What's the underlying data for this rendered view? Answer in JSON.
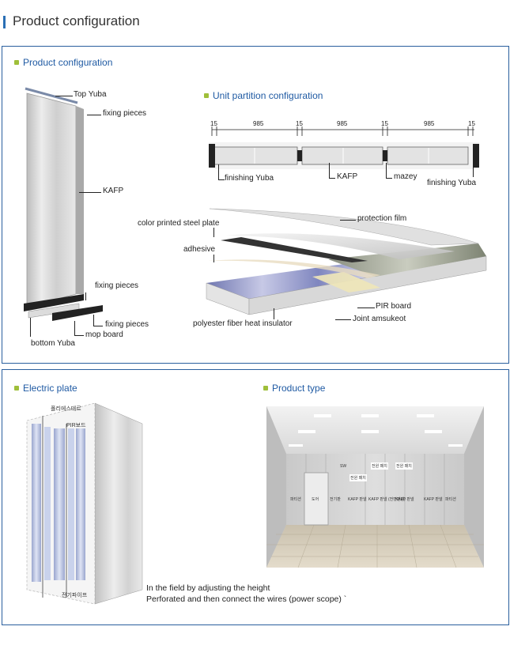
{
  "page": {
    "title": "Product configuration"
  },
  "product_config": {
    "title": "Product configuration",
    "labels": {
      "top_yuba": "Top Yuba",
      "fixing_pieces_top": "fixing pieces",
      "kafp": "KAFP",
      "fixing_pieces_mid": "fixing pieces",
      "fixing_pieces_bottom": "fixing pieces",
      "mop_board": "mop board",
      "bottom_yuba": "bottom Yuba"
    }
  },
  "unit_partition": {
    "title": "Unit partition configuration",
    "dimensions": [
      "15",
      "985",
      "15",
      "985",
      "15",
      "985",
      "15"
    ],
    "labels": {
      "finishing_yuba_left": "finishing Yuba",
      "kafp": "KAFP",
      "mazey": "mazey",
      "finishing_yuba_right": "finishing Yuba"
    }
  },
  "layers": {
    "protection_film": "protection film",
    "color_printed_steel": "color printed steel plate",
    "adhesive": "adhesive",
    "pir_board": "PIR board",
    "joint": "Joint amsukeot",
    "polyester": "polyester fiber heat insulator"
  },
  "electric_plate": {
    "title": "Electric plate",
    "label_polyester": "폴리에스테르",
    "label_pir": "PIR보드",
    "label_pipe": "전기파이프",
    "caption_line1": "In the field by adjusting the height",
    "caption_line2": "Perforated and then connect the wires (power scope) `"
  },
  "product_type": {
    "title": "Product type",
    "room_labels": [
      "파티션",
      "도어",
      "전기판",
      "KAFP 판넬",
      "KAFP 판넬 (전면판넬)",
      "KAFP 판넬",
      "KAFP 판넬",
      "파티션"
    ],
    "signs": [
      "전원 패치",
      "전원 패치",
      "전원 패치"
    ],
    "sign_small": "SW"
  },
  "colors": {
    "accent": "#1f5aa3",
    "bullet": "#9fbf3a",
    "border": "#2a5f9e"
  }
}
